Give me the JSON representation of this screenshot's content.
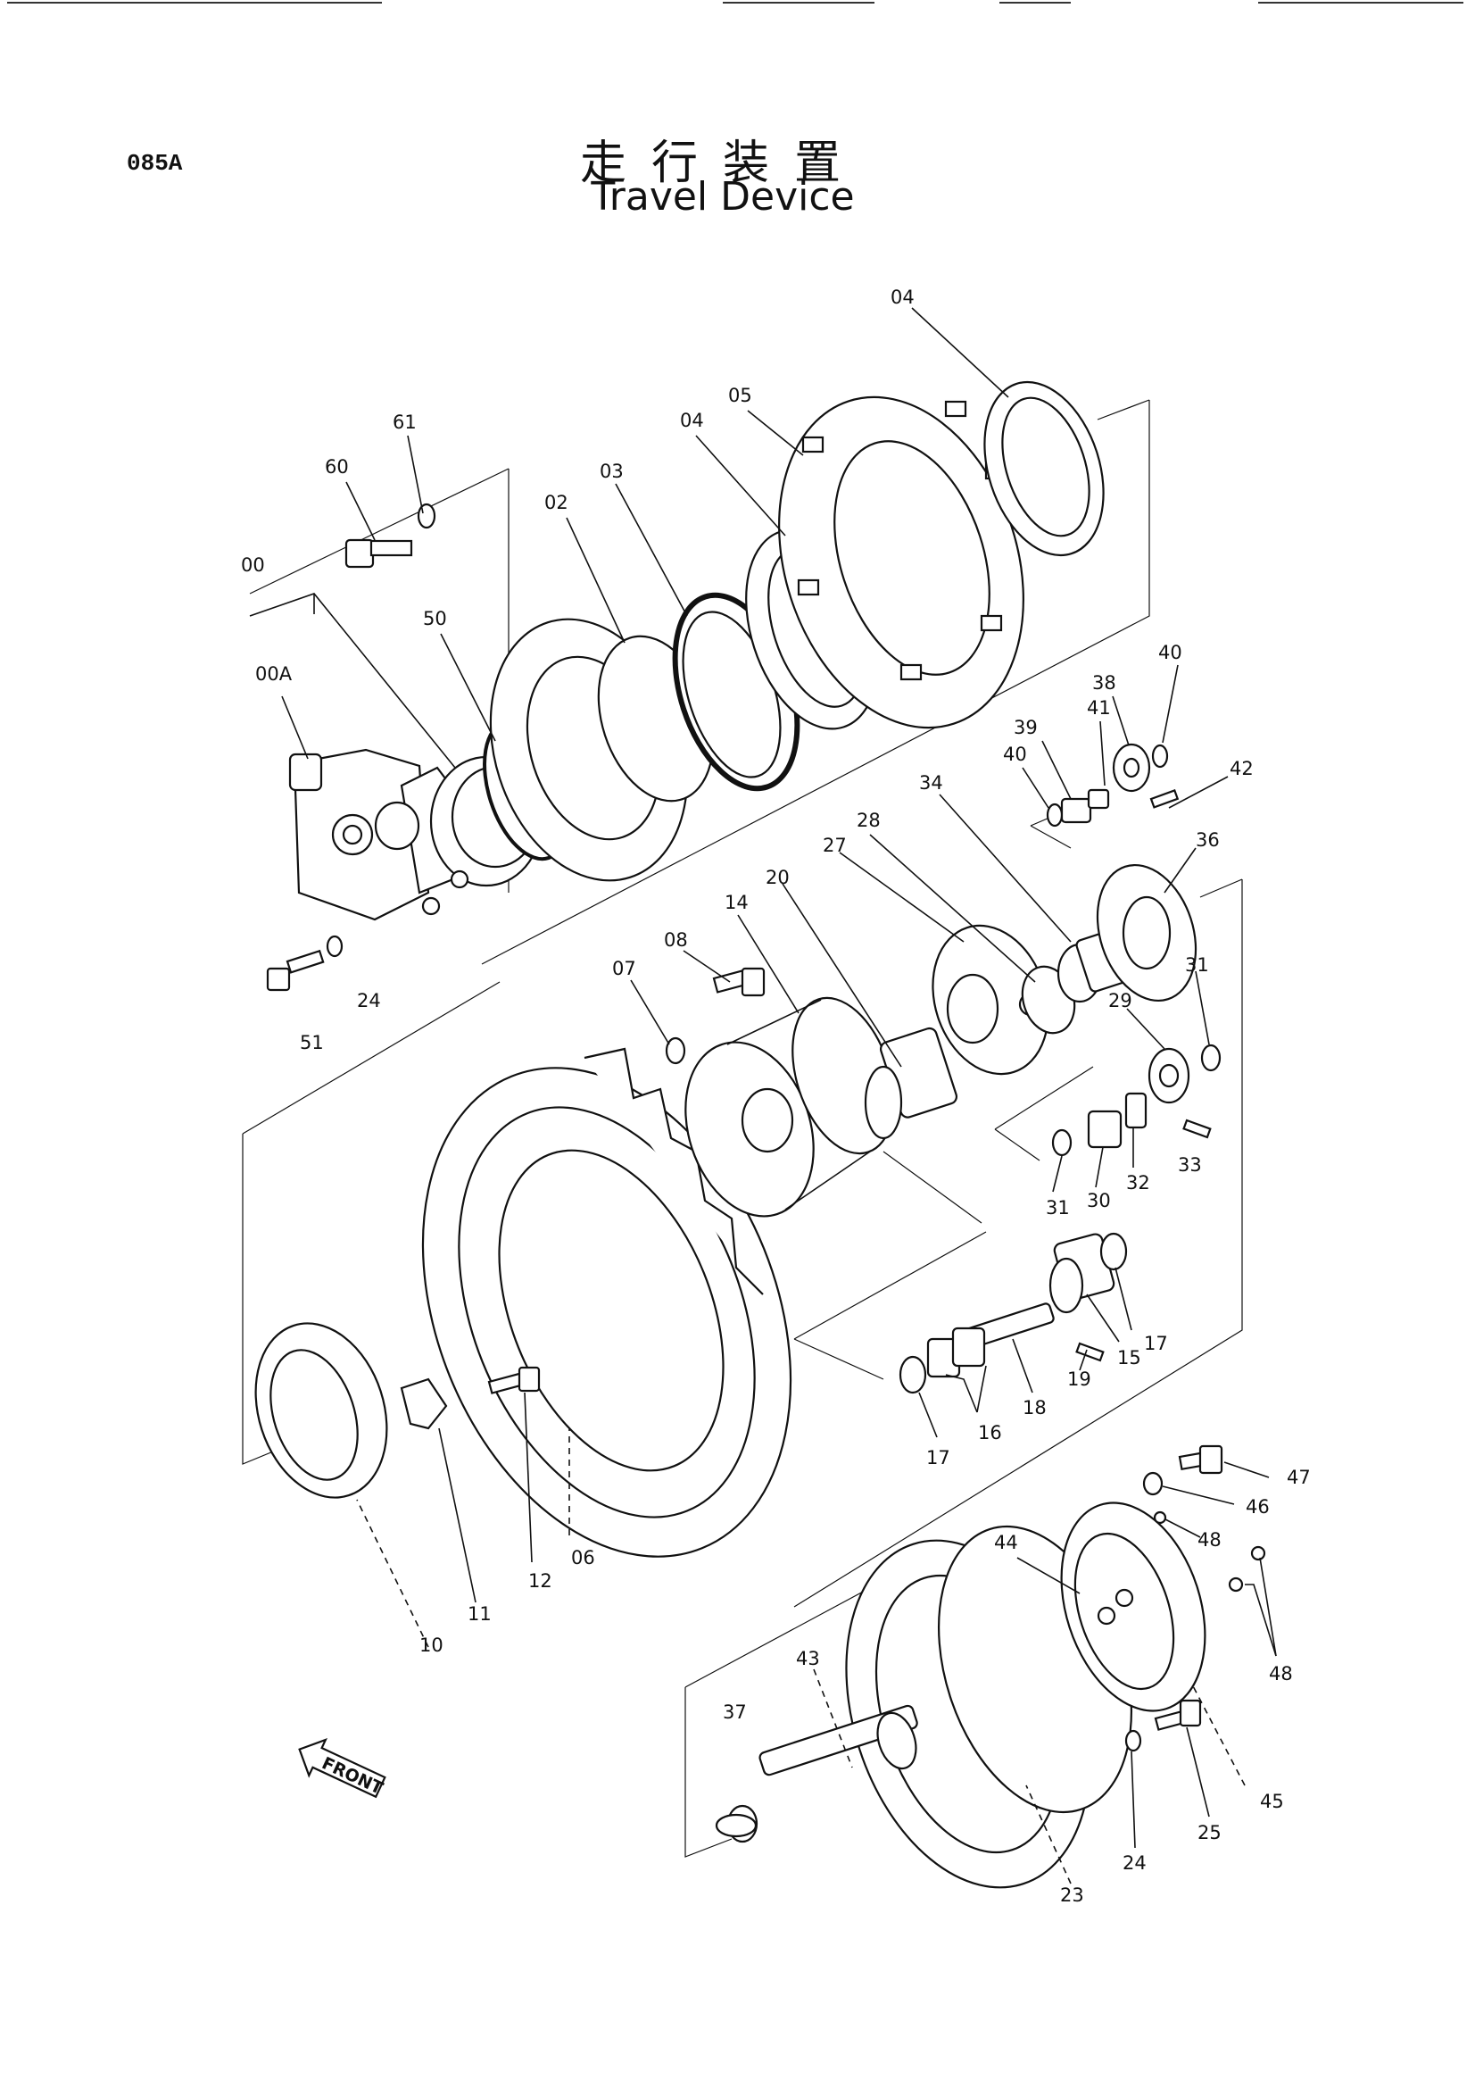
{
  "header": {
    "page_code": "085A",
    "title_jp": "走行装置",
    "title_en": "Travel Device"
  },
  "front_arrow_label": "FRONT",
  "callouts": {
    "c00": "00",
    "c00A": "00A",
    "c02": "02",
    "c03": "03",
    "c04a": "04",
    "c04b": "04",
    "c05": "05",
    "c06": "06",
    "c07": "07",
    "c08": "08",
    "c10": "10",
    "c11": "11",
    "c12": "12",
    "c14": "14",
    "c15": "15",
    "c16": "16",
    "c17a": "17",
    "c17b": "17",
    "c18": "18",
    "c19": "19",
    "c20": "20",
    "c23": "23",
    "c24a": "24",
    "c24b": "24",
    "c25": "25",
    "c27": "27",
    "c28": "28",
    "c29": "29",
    "c30": "30",
    "c31a": "31",
    "c31b": "31",
    "c32": "32",
    "c33": "33",
    "c34": "34",
    "c36": "36",
    "c37": "37",
    "c38": "38",
    "c39": "39",
    "c40a": "40",
    "c40b": "40",
    "c41": "41",
    "c42": "42",
    "c43": "43",
    "c44": "44",
    "c45": "45",
    "c46": "46",
    "c47": "47",
    "c48a": "48",
    "c48b": "48",
    "c50": "50",
    "c51": "51",
    "c60": "60",
    "c61": "61"
  }
}
